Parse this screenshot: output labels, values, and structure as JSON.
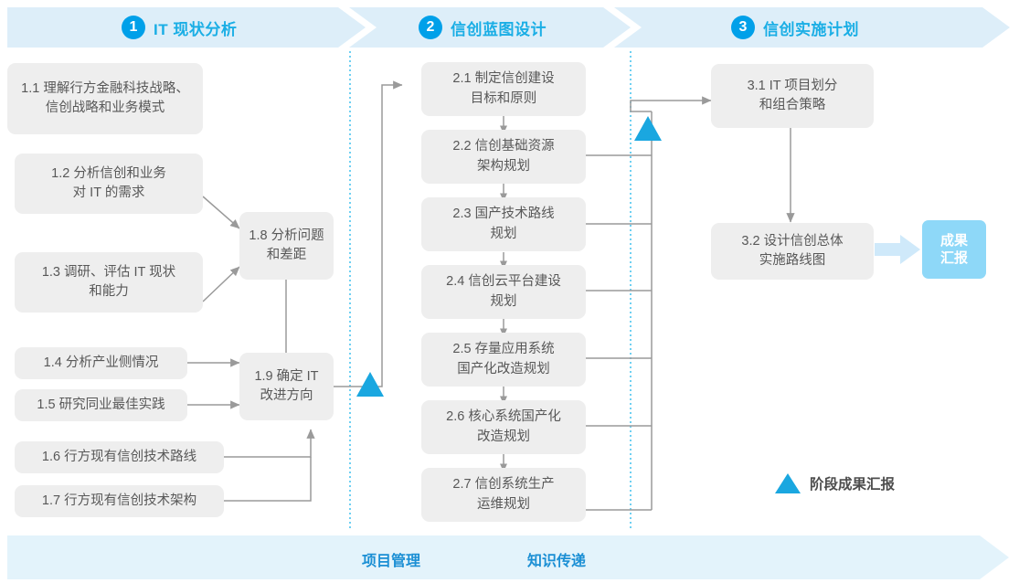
{
  "header": {
    "phases": [
      {
        "num": "1",
        "title": "IT 现状分析"
      },
      {
        "num": "2",
        "title": "信创蓝图设计"
      },
      {
        "num": "3",
        "title": "信创实施计划"
      }
    ]
  },
  "phase1": {
    "inputs": [
      {
        "id": "1.1",
        "text": "1.1 理解行方金融科技战略、\n信创战略和业务模式"
      },
      {
        "id": "1.2",
        "text": "1.2 分析信创和业务\n对 IT 的需求"
      },
      {
        "id": "1.3",
        "text": "1.3 调研、评估 IT 现状\n和能力"
      },
      {
        "id": "1.4",
        "text": "1.4 分析产业侧情况"
      },
      {
        "id": "1.5",
        "text": "1.5 研究同业最佳实践"
      },
      {
        "id": "1.6",
        "text": "1.6 行方现有信创技术路线"
      },
      {
        "id": "1.7",
        "text": "1.7 行方现有信创技术架构"
      }
    ],
    "outputs": [
      {
        "id": "1.8",
        "text": "1.8 分析问题\n和差距"
      },
      {
        "id": "1.9",
        "text": "1.9 确定 IT\n改进方向"
      }
    ]
  },
  "phase2": {
    "steps": [
      {
        "id": "2.1",
        "text": "2.1 制定信创建设\n目标和原则"
      },
      {
        "id": "2.2",
        "text": "2.2 信创基础资源\n架构规划"
      },
      {
        "id": "2.3",
        "text": "2.3 国产技术路线\n规划"
      },
      {
        "id": "2.4",
        "text": "2.4 信创云平台建设\n规划"
      },
      {
        "id": "2.5",
        "text": "2.5 存量应用系统\n国产化改造规划"
      },
      {
        "id": "2.6",
        "text": "2.6 核心系统国产化\n改造规划"
      },
      {
        "id": "2.7",
        "text": "2.7 信创系统生产\n运维规划"
      }
    ]
  },
  "phase3": {
    "steps": [
      {
        "id": "3.1",
        "text": "3.1 IT 项目划分\n和组合策略"
      },
      {
        "id": "3.2",
        "text": "3.2 设计信创总体\n实施路线图"
      }
    ],
    "result": {
      "text": "成果\n汇报"
    }
  },
  "legend": {
    "label": "阶段成果汇报",
    "marker": "triangle-marker"
  },
  "bottom": {
    "labels": [
      "项目管理",
      "知识传递"
    ]
  },
  "colors": {
    "banner": "#ddeef9",
    "accent": "#00a0e9",
    "accent_text": "#1aaee5",
    "box": "#eeeeee",
    "box_text": "#585858",
    "badge": "#8ed8f8",
    "connector": "#8c8c8c",
    "divider": "#4bc4ef",
    "bottom_bar": "#e3f3fb",
    "bottom_text": "#1b8fd4"
  }
}
